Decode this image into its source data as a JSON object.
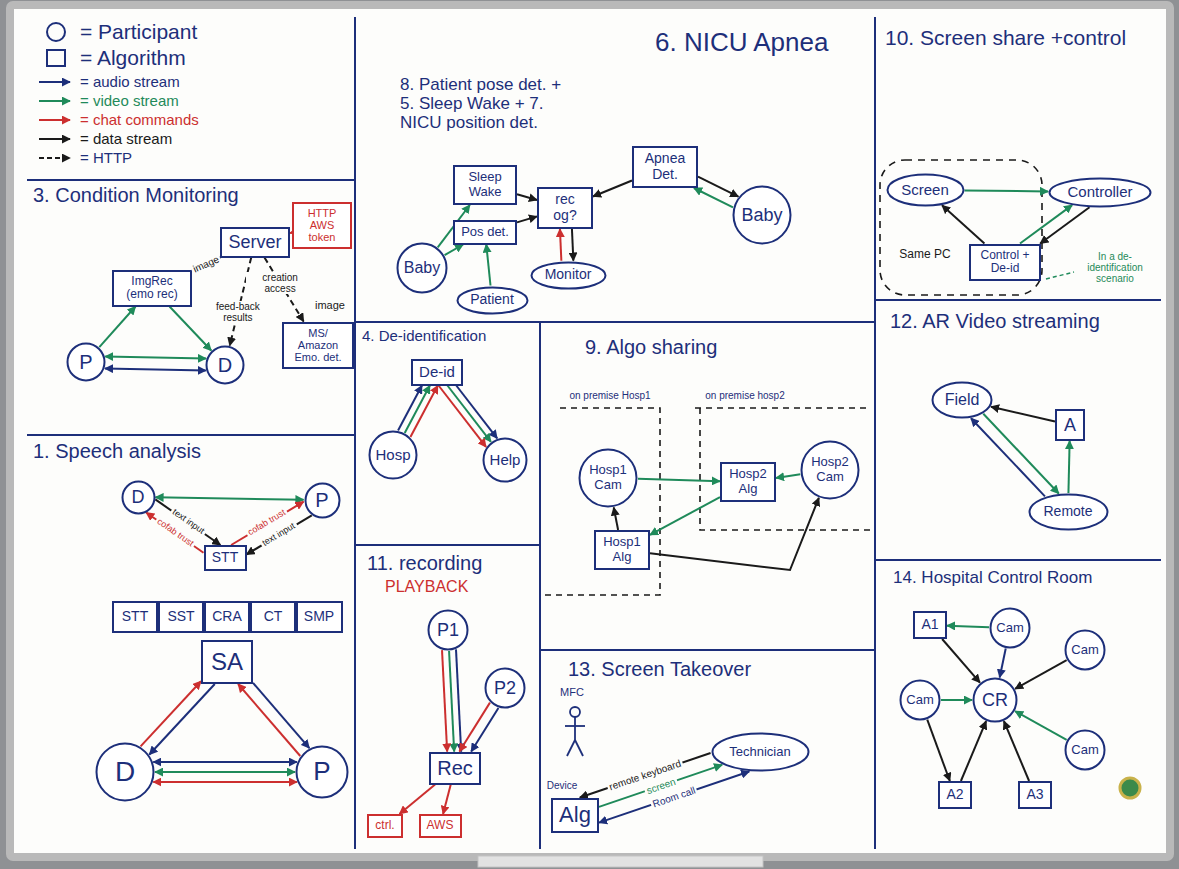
{
  "diagram": {
    "nodes": [
      {
        "text": [
          "8. Patient pose det. + 5. Sleep Wake + 7. NICU position det.",
          "6. NICU Apnea"
        ]
      },
      {
        "text": [
          "Sleep Wake"
        ],
        "in": 0
      },
      {
        "text": [
          "Pos det."
        ],
        "in": 0
      },
      {
        "text": [
          "Baby"
        ],
        "in": 0
      },
      {
        "text": [
          "Patient"
        ],
        "in": 0
      },
      {
        "text": [
          "rec og?"
        ],
        "in": 0
      },
      {
        "text": [
          "Monitor"
        ],
        "in": 0
      },
      {
        "text": [
          "Apnea Det."
        ],
        "in": 0
      },
      {
        "text": [
          "Baby"
        ],
        "in": 0
      },
      {
        "text": [
          "10. Screen share +control"
        ]
      },
      {
        "text": [
          "Screen"
        ],
        "in": 9
      },
      {
        "text": [
          "Controller"
        ],
        "in": 9
      },
      {
        "text": [
          "Control + De-id"
        ],
        "in": 9
      },
      {
        "text": [
          "3. Condition Monitoring"
        ]
      },
      {
        "text": [
          "Server"
        ],
        "in": 13
      },
      {
        "text": [
          "HTTP AWS token"
        ],
        "in": 13
      },
      {
        "text": [
          "ImgRec (emo rec)"
        ],
        "in": 13
      },
      {
        "text": [
          "P"
        ],
        "in": 13
      },
      {
        "text": [
          "D"
        ],
        "in": 13
      },
      {
        "text": [
          "MS/ Amazon Emo. det."
        ],
        "in": 13
      },
      {
        "text": [
          "4. De-identification"
        ]
      },
      {
        "text": [
          "De-id"
        ],
        "in": 20
      },
      {
        "text": [
          "Hosp"
        ],
        "in": 20
      },
      {
        "text": [
          "Help"
        ],
        "in": 20
      },
      {
        "text": [
          "9. Algo sharing"
        ]
      },
      {
        "text": [
          "Hosp1 Cam"
        ],
        "in": 24
      },
      {
        "text": [
          "Hosp2 Alg"
        ],
        "in": 24
      },
      {
        "text": [
          "Hosp2 Cam"
        ],
        "in": 24
      },
      {
        "text": [
          "Hosp1 Alg"
        ],
        "in": 24
      },
      {
        "text": [
          "12. AR Video streaming"
        ]
      },
      {
        "text": [
          "Field"
        ],
        "in": 29
      },
      {
        "text": [
          "A"
        ],
        "in": 29
      },
      {
        "text": [
          "Remote"
        ],
        "in": 29
      },
      {
        "text": [
          "1. Speech analysis"
        ]
      },
      {
        "text": [
          "D"
        ],
        "in": 33
      },
      {
        "text": [
          "P"
        ],
        "in": 33
      },
      {
        "text": [
          "STT"
        ],
        "in": 33
      },
      {
        "text": [
          "STT"
        ],
        "in": 33
      },
      {
        "text": [
          "SST"
        ],
        "in": 33
      },
      {
        "text": [
          "CRA"
        ],
        "in": 33
      },
      {
        "text": [
          "CT"
        ],
        "in": 33
      },
      {
        "text": [
          "SMP"
        ],
        "in": 33
      },
      {
        "text": [
          "SA"
        ],
        "in": 33
      },
      {
        "text": [
          "D"
        ],
        "in": 33
      },
      {
        "text": [
          "P"
        ],
        "in": 33
      },
      {
        "text": [
          "11. recording",
          "PLAYBACK"
        ]
      },
      {
        "text": [
          "P1"
        ],
        "in": 45
      },
      {
        "text": [
          "P2"
        ],
        "in": 45
      },
      {
        "text": [
          "Rec"
        ],
        "in": 45
      },
      {
        "text": [
          "ctrl."
        ],
        "in": 45
      },
      {
        "text": [
          "AWS"
        ],
        "in": 45
      },
      {
        "text": [
          "13. Screen Takeover"
        ]
      },
      {
        "text": [
          "Alg"
        ],
        "in": 51
      },
      {
        "text": [
          "Technician"
        ],
        "in": 51
      },
      {
        "text": [
          "14. Hospital Control Room"
        ]
      },
      {
        "text": [
          "A1"
        ],
        "in": 54
      },
      {
        "text": [
          "Cam"
        ],
        "in": 54
      },
      {
        "text": [
          "Cam"
        ],
        "in": 54
      },
      {
        "text": [
          "Cam"
        ],
        "in": 54
      },
      {
        "text": [
          "CR"
        ],
        "in": 54
      },
      {
        "text": [
          "Cam"
        ],
        "in": 54
      },
      {
        "text": [
          "A2"
        ],
        "in": 54
      },
      {
        "text": [
          "A3"
        ],
        "in": 54
      }
    ],
    "edges": [
      {
        "from": 3,
        "to": 1,
        "arrow": "to"
      },
      {
        "from": 3,
        "to": 2,
        "arrow": "to"
      },
      {
        "from": 4,
        "to": 2,
        "arrow": "to"
      },
      {
        "from": 1,
        "to": 5,
        "arrow": "to"
      },
      {
        "from": 2,
        "to": 5,
        "arrow": "to"
      },
      {
        "from": 7,
        "to": 5,
        "arrow": "to"
      },
      {
        "from": 5,
        "to": 6,
        "arrow": "to"
      },
      {
        "from": 6,
        "to": 5,
        "arrow": "to"
      },
      {
        "from": 8,
        "to": 7,
        "arrow": "to"
      },
      {
        "from": 7,
        "to": 8,
        "arrow": "to"
      },
      {
        "from": 10,
        "to": 11,
        "arrow": "to"
      },
      {
        "from": 12,
        "to": 10,
        "arrow": "to"
      },
      {
        "from": 11,
        "to": 12,
        "arrow": "to"
      },
      {
        "from": 12,
        "to": 11,
        "arrow": "to"
      },
      {
        "from": 17,
        "to": 18,
        "arrow": "both"
      },
      {
        "from": 17,
        "to": 18,
        "arrow": "both"
      },
      {
        "from": 17,
        "to": 16,
        "arrow": "to"
      },
      {
        "from": 16,
        "to": 18,
        "arrow": "to"
      },
      {
        "from": 16,
        "to": 14,
        "arrow": "to",
        "label": "image"
      },
      {
        "from": 14,
        "to": 18,
        "arrow": "to",
        "label": "feed-back results"
      },
      {
        "from": 14,
        "to": 19,
        "arrow": "to",
        "label": "creation access"
      },
      {
        "from": 15,
        "to": 14,
        "arrow": "to"
      },
      {
        "from": 22,
        "to": 21,
        "arrow": "to"
      },
      {
        "from": 22,
        "to": 21,
        "arrow": "to"
      },
      {
        "from": 22,
        "to": 21,
        "arrow": "to"
      },
      {
        "from": 21,
        "to": 23,
        "arrow": "to"
      },
      {
        "from": 21,
        "to": 23,
        "arrow": "to"
      },
      {
        "from": 21,
        "to": 23,
        "arrow": "to"
      },
      {
        "from": 25,
        "to": 26,
        "arrow": "to"
      },
      {
        "from": 27,
        "to": 26,
        "arrow": "to"
      },
      {
        "from": 26,
        "to": 28,
        "arrow": "to"
      },
      {
        "from": 28,
        "to": 25,
        "arrow": "to"
      },
      {
        "from": 28,
        "to": 27,
        "arrow": "to"
      },
      {
        "from": 30,
        "to": 32,
        "arrow": "to"
      },
      {
        "from": 32,
        "to": 30,
        "arrow": "to"
      },
      {
        "from": 31,
        "to": 30,
        "arrow": "to"
      },
      {
        "from": 32,
        "to": 31,
        "arrow": "to"
      },
      {
        "from": 34,
        "to": 35,
        "arrow": "both"
      },
      {
        "from": 34,
        "to": 36,
        "arrow": "to",
        "label": "text input"
      },
      {
        "from": 35,
        "to": 36,
        "arrow": "to",
        "label": "text input"
      },
      {
        "from": 36,
        "to": 34,
        "arrow": "to",
        "label": "cofab trust"
      },
      {
        "from": 36,
        "to": 35,
        "arrow": "to",
        "label": "cofab trust"
      },
      {
        "from": 43,
        "to": 44,
        "arrow": "both"
      },
      {
        "from": 43,
        "to": 44,
        "arrow": "both"
      },
      {
        "from": 43,
        "to": 44,
        "arrow": "both"
      },
      {
        "from": 42,
        "to": 43,
        "arrow": "to"
      },
      {
        "from": 43,
        "to": 42,
        "arrow": "to"
      },
      {
        "from": 42,
        "to": 44,
        "arrow": "to"
      },
      {
        "from": 44,
        "to": 42,
        "arrow": "to"
      },
      {
        "from": 46,
        "to": 48,
        "arrow": "to"
      },
      {
        "from": 46,
        "to": 48,
        "arrow": "to"
      },
      {
        "from": 46,
        "to": 48,
        "arrow": "to"
      },
      {
        "from": 47,
        "to": 48,
        "arrow": "to"
      },
      {
        "from": 47,
        "to": 48,
        "arrow": "to"
      },
      {
        "from": 48,
        "to": 49,
        "arrow": "to"
      },
      {
        "from": 48,
        "to": 50,
        "arrow": "to"
      },
      {
        "from": 53,
        "to": 52,
        "arrow": "to",
        "label": "remote keyboard"
      },
      {
        "from": 52,
        "to": 53,
        "arrow": "to",
        "label": "screen"
      },
      {
        "from": 52,
        "to": 53,
        "arrow": "both",
        "label": "Room call"
      },
      {
        "from": 56,
        "to": 55,
        "arrow": "to"
      },
      {
        "from": 55,
        "to": 59,
        "arrow": "to"
      },
      {
        "from": 56,
        "to": 59,
        "arrow": "to"
      },
      {
        "from": 57,
        "to": 59,
        "arrow": "to"
      },
      {
        "from": 58,
        "to": 59,
        "arrow": "to"
      },
      {
        "from": 58,
        "to": 61,
        "arrow": "to"
      },
      {
        "from": 61,
        "to": 59,
        "arrow": "to"
      },
      {
        "from": 60,
        "to": 59,
        "arrow": "to"
      },
      {
        "from": 62,
        "to": 59,
        "arrow": "to"
      }
    ],
    "labels": [
      "on premise Hosp1",
      "on premise hosp2",
      "Same PC",
      "In a de-identification scenario",
      "MFC",
      "Device",
      "image"
    ],
    "legend": [
      {
        "text": "= Participant"
      },
      {
        "text": "= Algorithm"
      },
      {
        "text": "= audio stream"
      },
      {
        "text": "= video stream"
      },
      {
        "text": "= chat commands"
      },
      {
        "text": "= data stream"
      },
      {
        "text": "= HTTP"
      }
    ]
  }
}
